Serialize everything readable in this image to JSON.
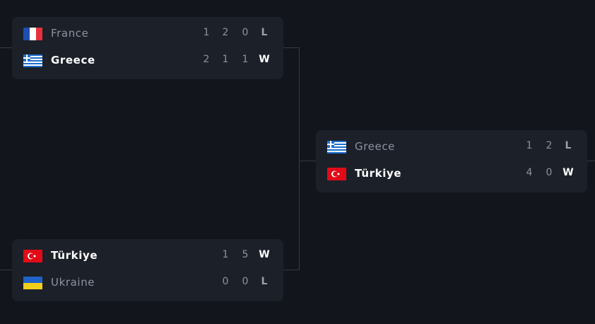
{
  "bracket": {
    "match_1": {
      "teams": [
        {
          "name": "France",
          "flag": "france-flag",
          "scores": [
            "1",
            "2",
            "0"
          ],
          "result": "L"
        },
        {
          "name": "Greece",
          "flag": "greece-flag",
          "scores": [
            "2",
            "1",
            "1"
          ],
          "result": "W"
        }
      ]
    },
    "match_2": {
      "teams": [
        {
          "name": "Türkiye",
          "flag": "turkey-flag",
          "scores": [
            "1",
            "5"
          ],
          "result": "W"
        },
        {
          "name": "Ukraine",
          "flag": "ukraine-flag",
          "scores": [
            "0",
            "0"
          ],
          "result": "L"
        }
      ]
    },
    "final": {
      "teams": [
        {
          "name": "Greece",
          "flag": "greece-flag",
          "scores": [
            "1",
            "2"
          ],
          "result": "L"
        },
        {
          "name": "Türkiye",
          "flag": "turkey-flag",
          "scores": [
            "4",
            "0"
          ],
          "result": "W"
        }
      ]
    }
  },
  "colors": {
    "background": "#12161c",
    "card": "#1b2029",
    "connector": "#343a44",
    "winner_text": "#ffffff",
    "loser_text": "#8d94a0"
  }
}
